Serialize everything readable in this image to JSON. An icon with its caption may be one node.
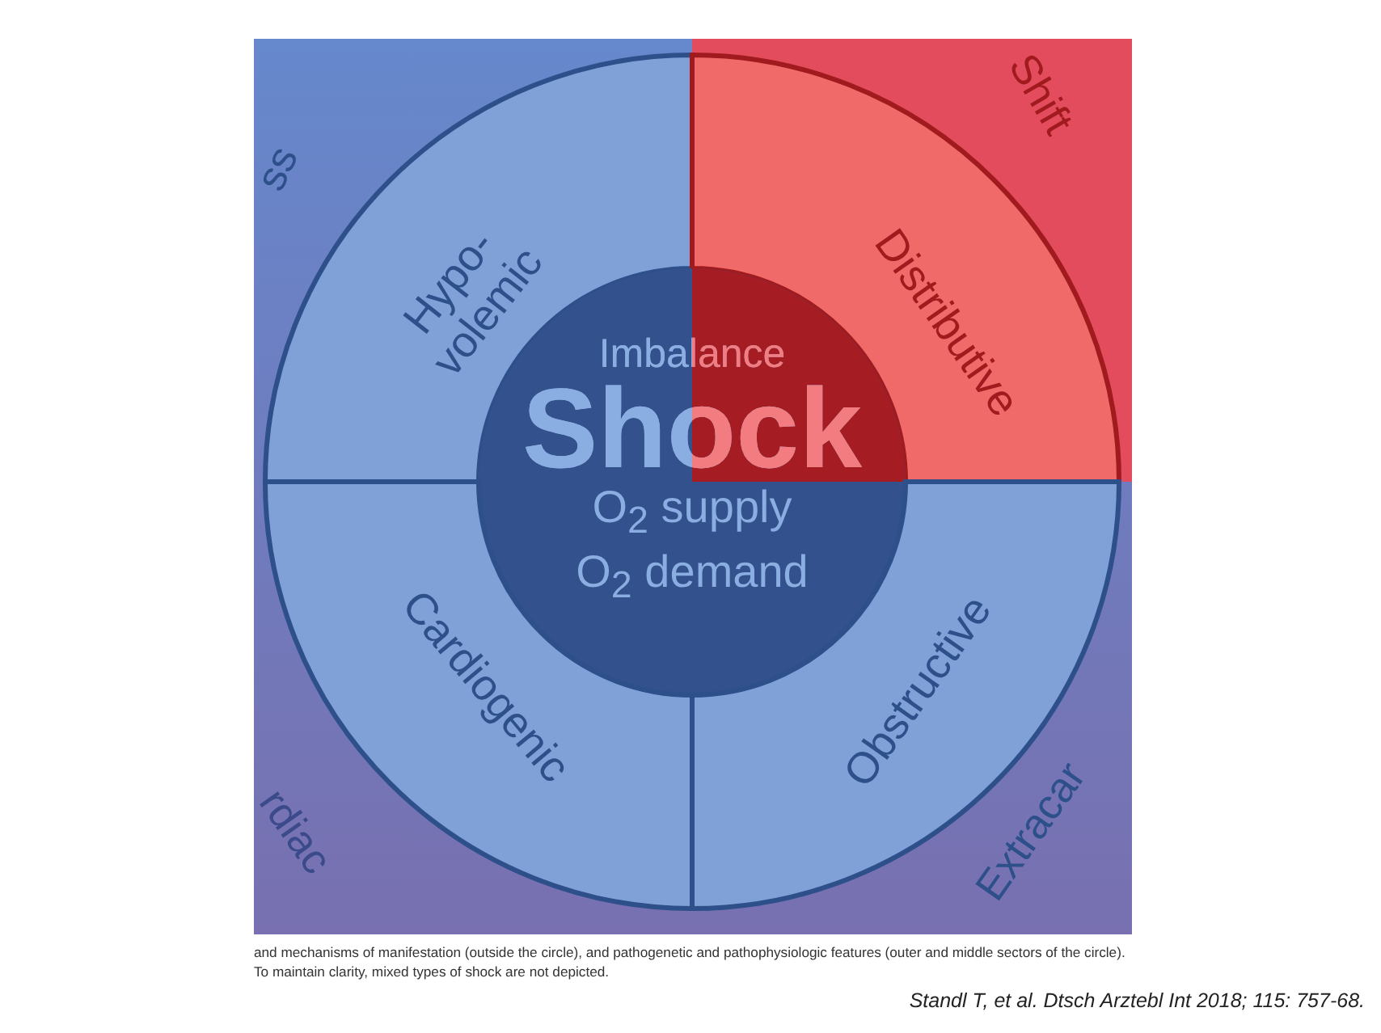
{
  "diagram": {
    "nodes": [
      {
        "text": [
          "Hypo- volemic"
        ]
      },
      {
        "text": [
          "Distributive"
        ]
      },
      {
        "text": [
          "Imbalance",
          "Shock",
          "O$_{2}$ supply",
          "O$_{2}$ demand"
        ]
      },
      {
        "text": [
          "Cardiogenic"
        ]
      },
      {
        "text": [
          "Obstructive"
        ]
      }
    ],
    "labels": [
      "ss",
      "Shift",
      "rdiac",
      "Extracar",
      "Standl T, et al. Dtsch Arztebl Int 2018; 115: 757-68."
    ],
    "caption": "and mechanisms of manifestation (outside the circle), and pathogenetic and pathophysiologic features (outer and middle sectors of the circle). To maintain clarity, mixed types of shock are not depicted."
  }
}
